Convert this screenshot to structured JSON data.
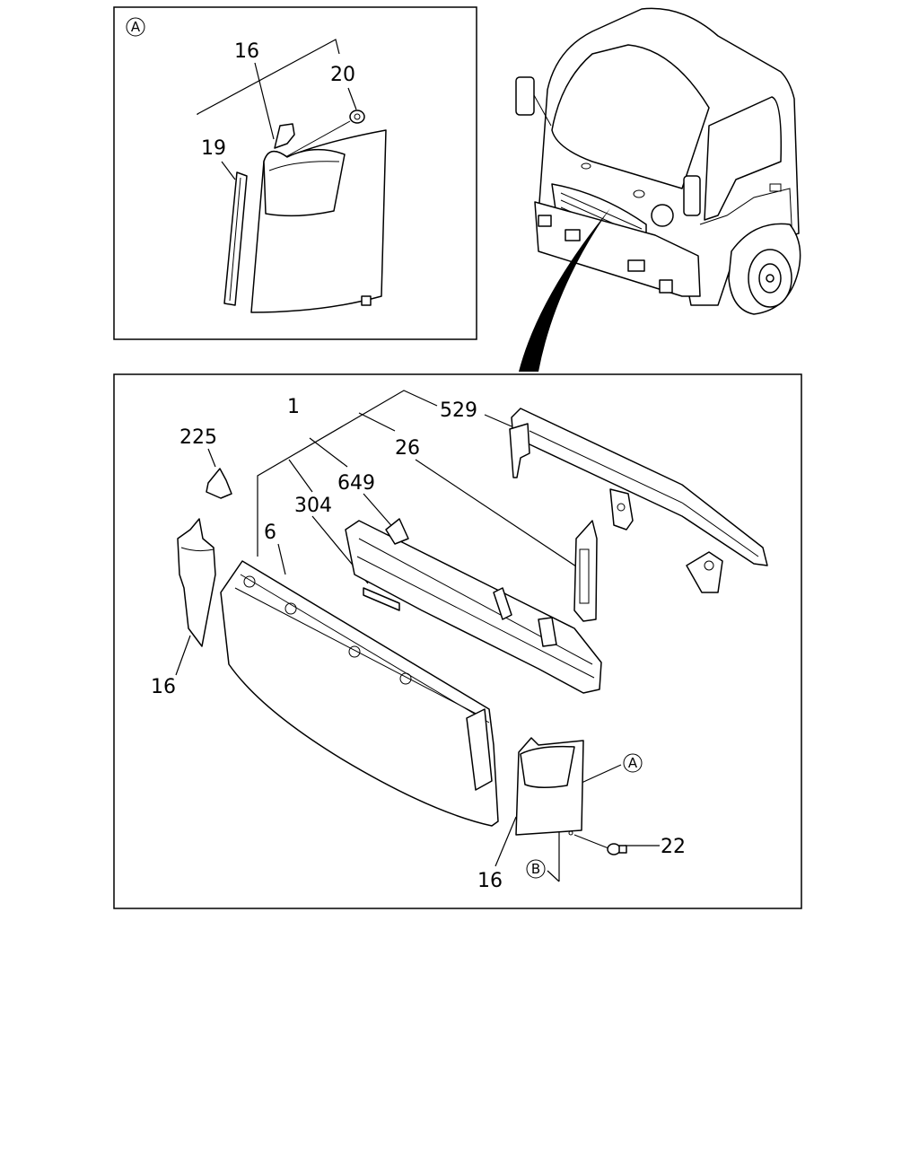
{
  "detail_box": {
    "marker": "A",
    "labels": {
      "p16": "16",
      "p20": "20",
      "p19": "19"
    }
  },
  "main_box": {
    "labels": {
      "p1": "1",
      "p529": "529",
      "p26": "26",
      "p225": "225",
      "p649": "649",
      "p304": "304",
      "p6": "6",
      "p16_left": "16",
      "p16_right": "16",
      "p22": "22"
    },
    "marker_a": "A",
    "marker_b": "B"
  }
}
